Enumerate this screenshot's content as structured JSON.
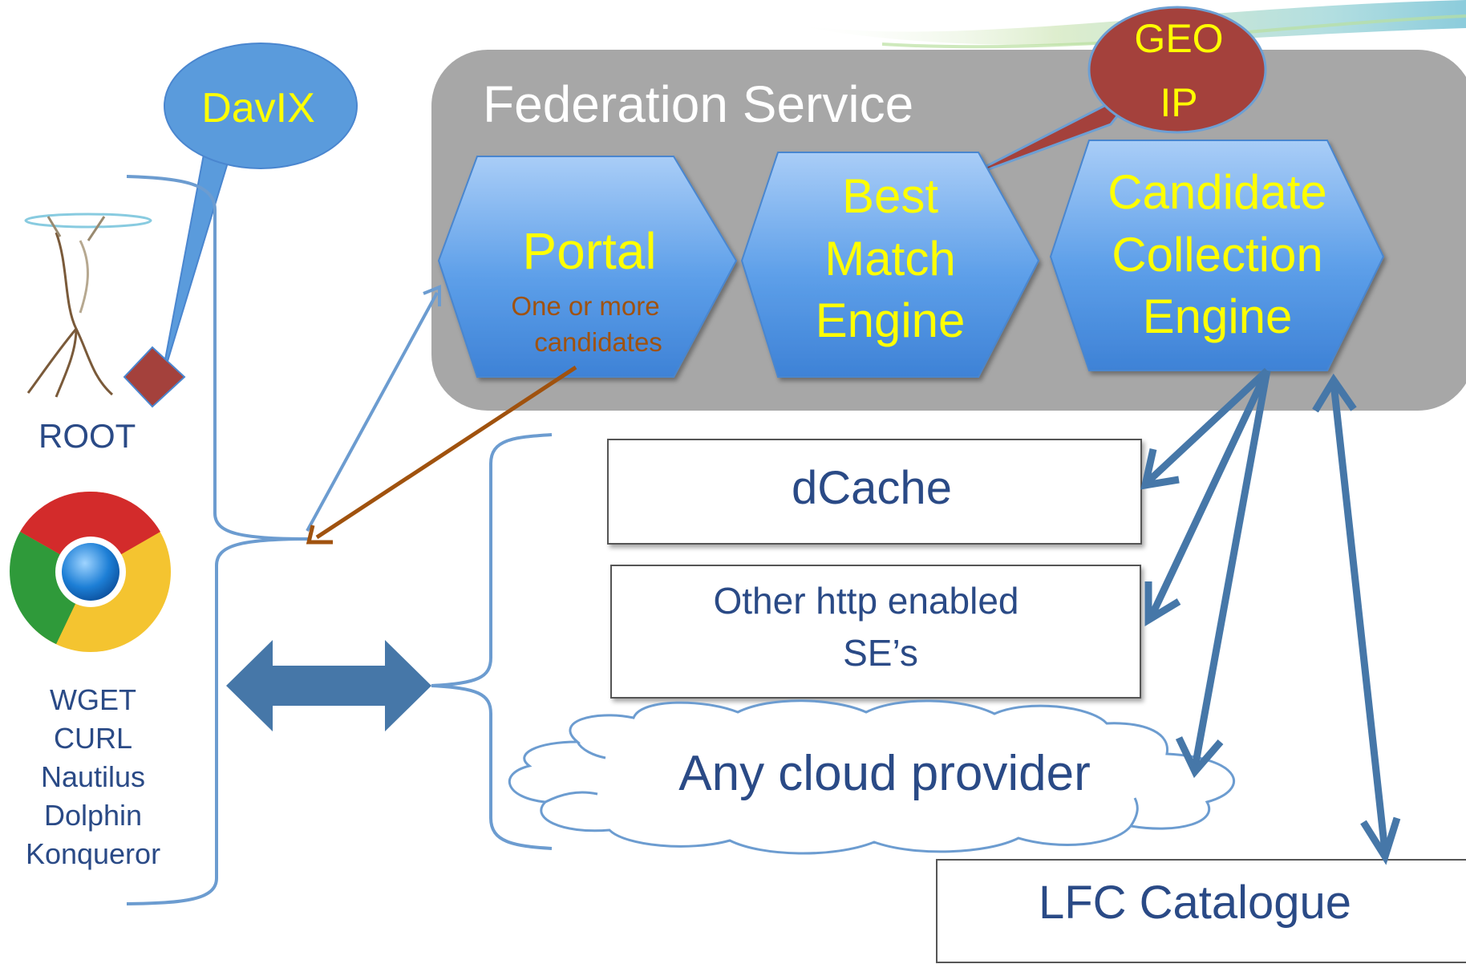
{
  "federation": {
    "title": "Federation Service",
    "portal": {
      "label": "Portal",
      "note_line1": "One or more",
      "note_line2": "candidates"
    },
    "best_match": {
      "line1": "Best",
      "line2": "Match",
      "line3": "Engine"
    },
    "candidate": {
      "line1": "Candidate",
      "line2": "Collection",
      "line3": "Engine"
    }
  },
  "callouts": {
    "davix": "DavIX",
    "geo_line1": "GEO",
    "geo_line2": "IP"
  },
  "clients": {
    "root_label": "ROOT",
    "tools": [
      "WGET",
      "CURL",
      "Nautilus",
      "Dolphin",
      "Konqueror"
    ]
  },
  "storage": {
    "dcache": "dCache",
    "other_line1": "Other http enabled",
    "other_line2": "SE’s",
    "cloud": "Any cloud provider",
    "lfc": "LFC Catalogue"
  },
  "colors": {
    "hex_fill": "#5b9ee8",
    "hex_text": "#ffff00",
    "box_text": "#2a4a86",
    "panel": "#a7a7a7",
    "arrow_blue": "#4a7aab",
    "arrow_brown": "#a0520e",
    "geo_fill": "#a4413c",
    "davix_fill": "#5a9bdc"
  }
}
